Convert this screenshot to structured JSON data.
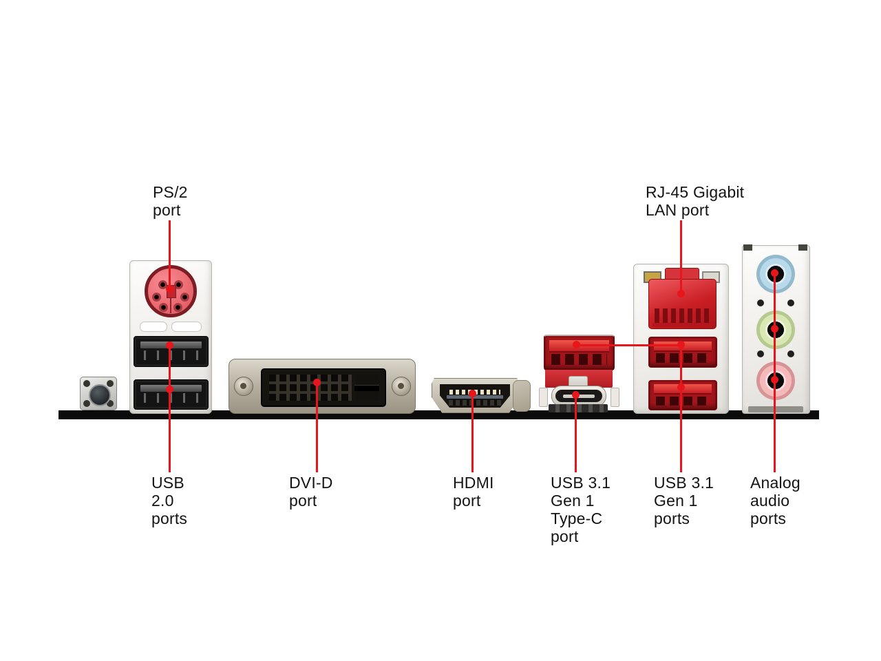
{
  "colors": {
    "annotation_red": "#e8161b",
    "label_text": "#141414",
    "board_bar": "#0b0b0b",
    "ps2_pink": "#ec6c73",
    "usb2_black": "#141414",
    "usb3_red": "#c51e24",
    "rj45_red": "#cb2127",
    "audio_line_in_blue": "#b7d9ea",
    "audio_line_out_green": "#d9e7b5",
    "audio_mic_pink": "#f5b9ba"
  },
  "callouts": {
    "ps2": {
      "lines": [
        "PS/2",
        "port"
      ]
    },
    "rj45": {
      "lines": [
        "RJ-45 Gigabit",
        "LAN port"
      ]
    },
    "usb20": {
      "lines": [
        "USB",
        "2.0",
        "ports"
      ]
    },
    "dvid": {
      "lines": [
        "DVI-D",
        "port"
      ]
    },
    "hdmi": {
      "lines": [
        "HDMI",
        "port"
      ]
    },
    "usbc": {
      "lines": [
        "USB 3.1",
        "Gen 1",
        "Type-C",
        "port"
      ]
    },
    "usb31": {
      "lines": [
        "USB 3.1",
        "Gen 1",
        "ports"
      ]
    },
    "audio": {
      "lines": [
        "Analog",
        "audio",
        "ports"
      ]
    }
  }
}
